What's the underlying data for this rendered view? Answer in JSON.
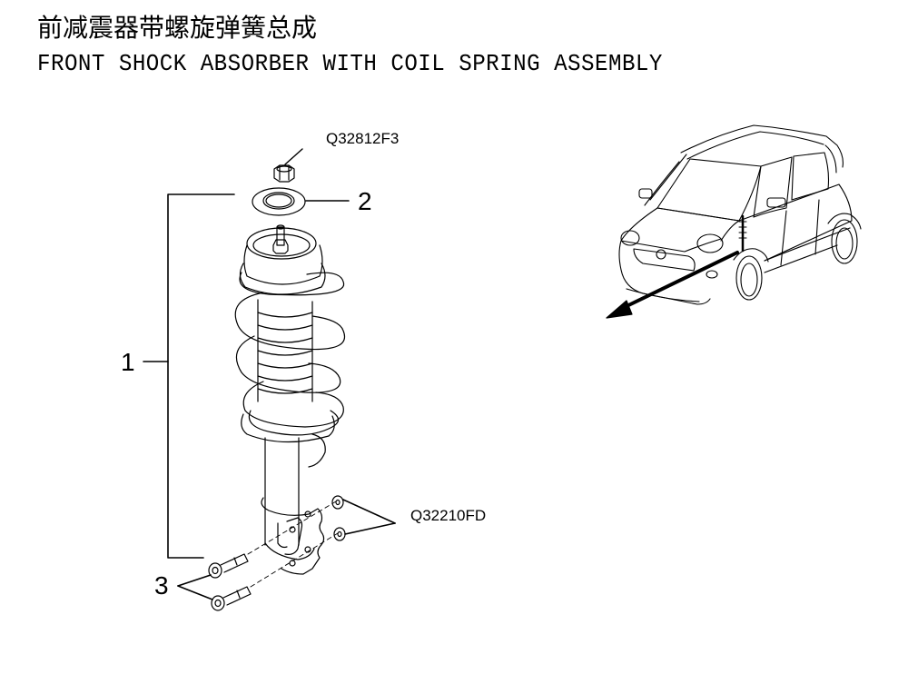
{
  "title": {
    "chinese": "前减震器带螺旋弹簧总成",
    "english": "FRONT SHOCK ABSORBER WITH COIL SPRING ASSEMBLY"
  },
  "callouts": {
    "item_1": "1",
    "item_2": "2",
    "item_3": "3",
    "nut_part_number": "Q32812F3",
    "flange_nut_part_number": "Q32210FD"
  },
  "illustrations": {
    "main": "front-strut-assembly",
    "locator": "vehicle-front-left-location-view"
  }
}
